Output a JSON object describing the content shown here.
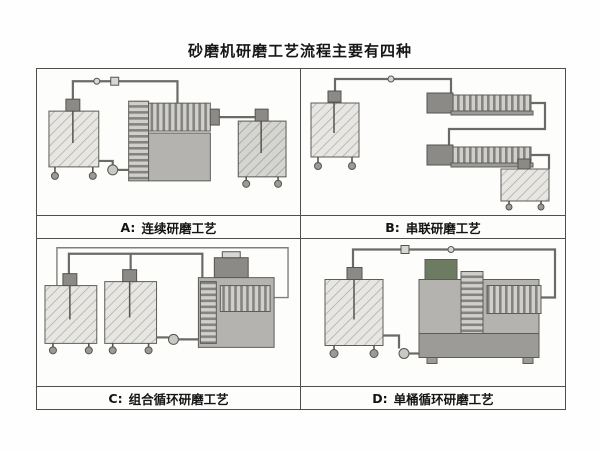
{
  "page": {
    "title": "砂磨机研磨工艺流程主要有四种"
  },
  "panels": [
    {
      "id": "A",
      "prefix": "A:",
      "name": "连续研磨工艺"
    },
    {
      "id": "B",
      "prefix": "B:",
      "name": "串联研磨工艺"
    },
    {
      "id": "C",
      "prefix": "C:",
      "name": "组合循环研磨工艺"
    },
    {
      "id": "D",
      "prefix": "D:",
      "name": "单桶循环研磨工艺"
    }
  ],
  "colors": {
    "frame_border": "#4f4e4a",
    "background": "#ffffff",
    "machine_gray": "#b4b3af",
    "motor_gray": "#8b8a86",
    "motor_green": "#6e7b63",
    "pipe_gray": "#6b6a66"
  }
}
